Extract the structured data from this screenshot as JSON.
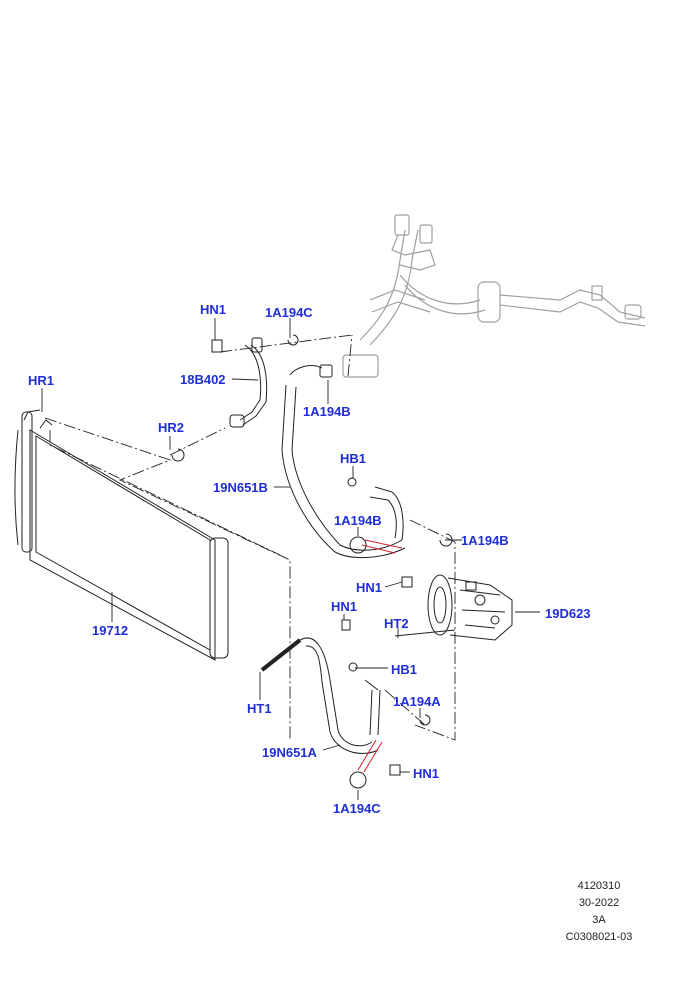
{
  "callouts": {
    "hn1_top": "HN1",
    "a194c_top": "1A194C",
    "b18_402": "18B402",
    "a194b_upper": "1A194B",
    "hr1": "HR1",
    "hr2": "HR2",
    "hb1_upper": "HB1",
    "n651b": "19N651B",
    "a194b_mid": "1A194B",
    "a194b_right": "1A194B",
    "hn1_mid": "HN1",
    "d623": "19D623",
    "c19712": "19712",
    "hn1_low": "HN1",
    "ht2": "HT2",
    "hb1_low": "HB1",
    "ht1": "HT1",
    "a194a": "1A194A",
    "n651a": "19N651A",
    "hn1_bottom": "HN1",
    "a194c_bottom": "1A194C"
  },
  "footer": {
    "line1": "4120310",
    "line2": "30-2022",
    "line3": "3A",
    "line4": "C0308021-03"
  },
  "colors": {
    "callout": "#1f2ed6",
    "line": "#222222",
    "background_parts": "#9a9a9a",
    "seal": "#d21f2a"
  }
}
